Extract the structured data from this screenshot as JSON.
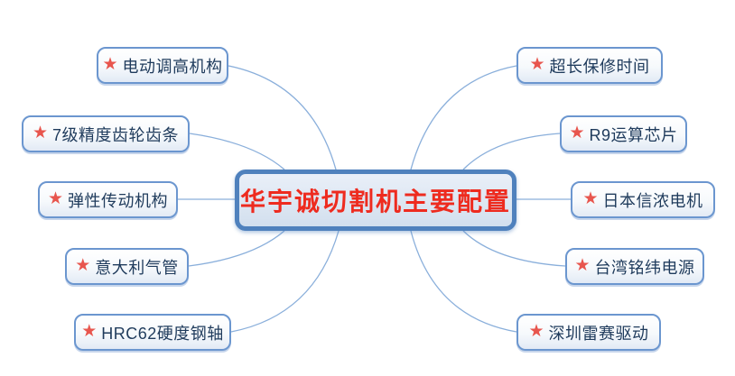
{
  "diagram": {
    "type": "mindmap",
    "center": {
      "label": "华宇诚切割机主要配置"
    },
    "branches": {
      "left": [
        {
          "label": "电动调高机构",
          "icon": "star-icon"
        },
        {
          "label": "7级精度齿轮齿条",
          "icon": "star-icon"
        },
        {
          "label": "弹性传动机构",
          "icon": "star-icon"
        },
        {
          "label": "意大利气管",
          "icon": "star-icon"
        },
        {
          "label": "HRC62硬度钢轴",
          "icon": "star-icon"
        }
      ],
      "right": [
        {
          "label": "超长保修时间",
          "icon": "star-icon"
        },
        {
          "label": "R9运算芯片",
          "icon": "star-icon"
        },
        {
          "label": "日本信浓电机",
          "icon": "star-icon"
        },
        {
          "label": "台湾铭纬电源",
          "icon": "star-icon"
        },
        {
          "label": "深圳雷赛驱动",
          "icon": "star-icon"
        }
      ]
    }
  },
  "icons": {
    "star": "★"
  },
  "colors": {
    "node_border": "#6b96cf",
    "node_text": "#1f3b5c",
    "center_border": "#4f81bd",
    "center_fill": "#dce6f2",
    "center_text": "#ee2b1f",
    "star": "#e8564e",
    "connector": "#8aafdb"
  }
}
